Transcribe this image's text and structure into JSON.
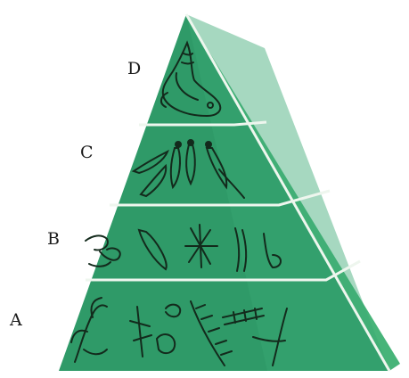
{
  "pyramid": {
    "levels": [
      {
        "label": "D"
      },
      {
        "label": "C"
      },
      {
        "label": "B"
      },
      {
        "label": "A"
      }
    ]
  },
  "colors": {
    "face": "#2f9a68",
    "face_alt": "#34a06f",
    "side": "#4ab77c",
    "divider": "#eef6ee",
    "sketch": "#132a1c"
  },
  "icons": [
    "fish-icon",
    "zooplankton-icon",
    "phytoplankton-icon",
    "algae-icon"
  ]
}
